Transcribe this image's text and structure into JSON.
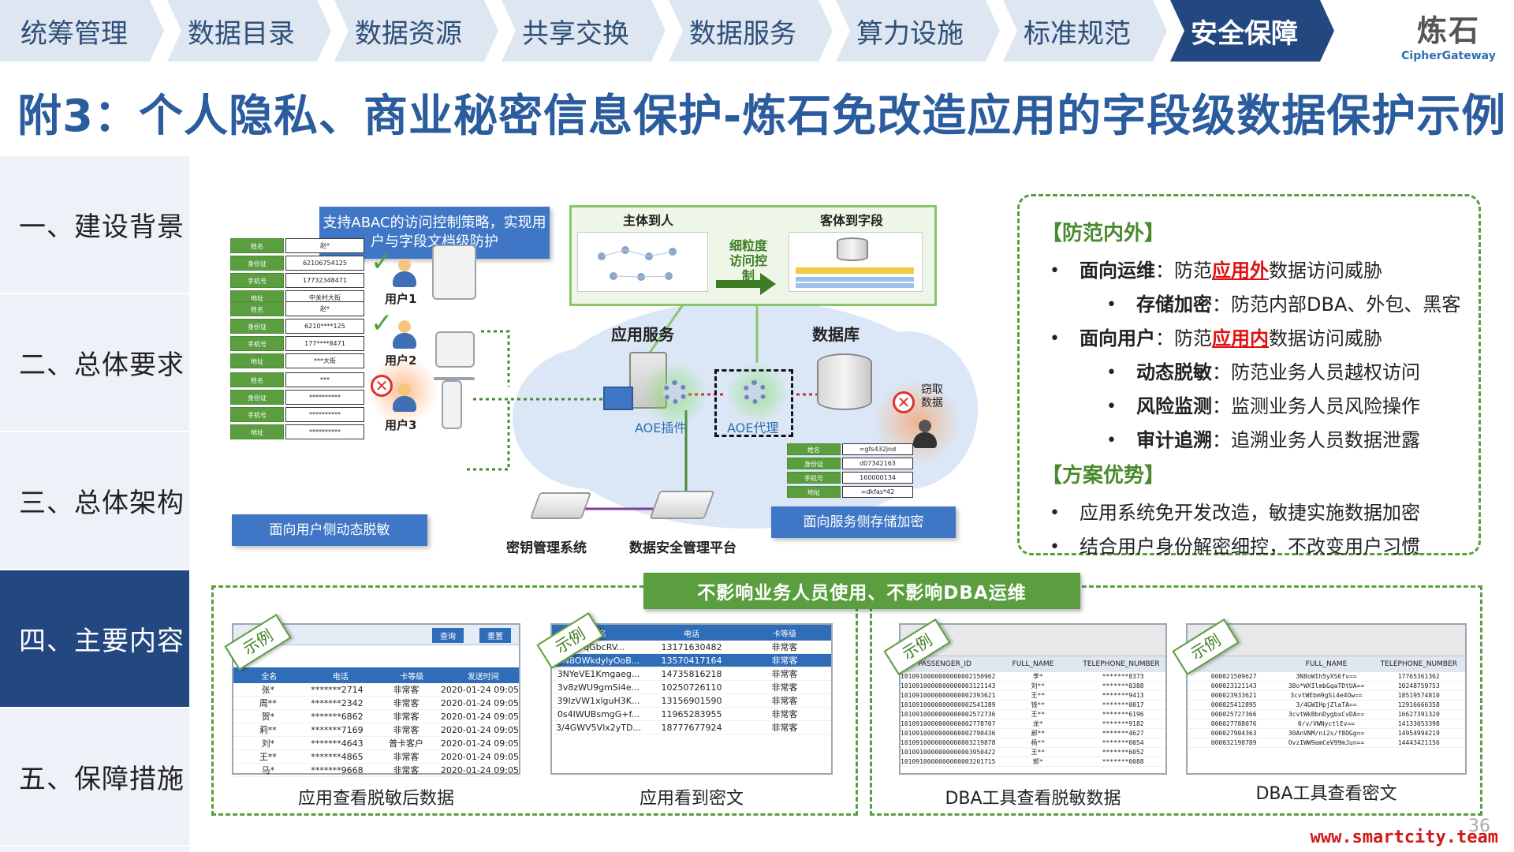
{
  "nav": {
    "tabs": [
      "统筹管理",
      "数据目录",
      "数据资源",
      "共享交换",
      "数据服务",
      "算力设施",
      "标准规范",
      "安全保障"
    ],
    "active_index": 7
  },
  "logo": {
    "cn": "炼石",
    "en": "CipherGateway"
  },
  "title": "附3：个人隐私、商业秘密信息保护-炼石免改造应用的字段级数据保护示例",
  "sidebar": {
    "items": [
      "一、建设背景",
      "二、总体要求",
      "三、总体架构",
      "四、主要内容",
      "五、保障措施"
    ],
    "active_index": 3
  },
  "diagram": {
    "callout_abac": "支持ABAC的访问控制策略，实现用户与字段文档级防护",
    "subject_to_user": "主体到人",
    "object_to_field": "客体到字段",
    "fine_grain": "细粒度访问控制",
    "app_service": "应用服务",
    "database": "数据库",
    "aoe_plugin": "AOE插件",
    "aoe_proxy": "AOE代理",
    "steal_data": "窃取数据",
    "user1": "用户1",
    "user2": "用户2",
    "user3": "用户3",
    "kms": "密钥管理系统",
    "dsmp": "数据安全管理平台",
    "user_side_mask": "面向用户侧动态脱敏",
    "service_side_encrypt": "面向服务侧存储加密"
  },
  "right_panel": {
    "section1_title": "【防范内外】",
    "ops_label": "面向运维",
    "ops_pre": "：防范",
    "ops_red": "应用外",
    "ops_post": "数据访问威胁",
    "storage_label": "存储加密",
    "storage_text": "：防范内部DBA、外包、黑客",
    "user_label": "面向用户",
    "user_pre": "：防范",
    "user_red": "应用内",
    "user_post": "数据访问威胁",
    "mask_label": "动态脱敏",
    "mask_text": "：防范业务人员越权访问",
    "risk_label": "风险监测",
    "risk_text": "：监测业务人员风险操作",
    "audit_label": "审计追溯",
    "audit_text": "：追溯业务人员数据泄露",
    "section2_title": "【方案优势】",
    "adv1": "应用系统免开发改造，敏捷实施数据加密",
    "adv2": "结合用户身份解密细控，不改变用户习惯"
  },
  "bottom": {
    "banner": "不影响业务人员使用、不影响DBA运维",
    "tag": "示例",
    "captions": [
      "应用查看脱敏后数据",
      "应用看到密文",
      "DBA工具查看脱敏数据",
      "DBA工具查看密文"
    ],
    "shot1": {
      "buttons": [
        "查询",
        "重置"
      ],
      "headers": [
        "全名",
        "电话",
        "卡等级",
        "发送时间"
      ],
      "rows": [
        [
          "张*",
          "*******2714",
          "非常客",
          "2020-01-24 09:05"
        ],
        [
          "周**",
          "*******2342",
          "非常客",
          "2020-01-24 09:05"
        ],
        [
          "贺*",
          "*******6862",
          "非常客",
          "2020-01-24 09:05"
        ],
        [
          "莉**",
          "*******7169",
          "非常客",
          "2020-01-24 09:05"
        ],
        [
          "刘*",
          "*******4643",
          "普卡客户",
          "2020-01-24 09:05"
        ],
        [
          "王**",
          "*******4865",
          "非常客",
          "2020-01-24 09:05"
        ],
        [
          "马*",
          "*******9668",
          "非常客",
          "2020-01-24 09:05"
        ]
      ]
    },
    "shot2": {
      "headers": [
        "全名",
        "电话",
        "卡等级"
      ],
      "rows": [
        [
          "VpqGbcRV...",
          "13171630482",
          "非常客"
        ],
        [
          "3N8OWkdylyOoB...",
          "13570417164",
          "非常客"
        ],
        [
          "3NYeVE1Kmgaeg...",
          "14735816218",
          "非常客"
        ],
        [
          "3v8zWU9gmSi4e...",
          "10250726110",
          "非常客"
        ],
        [
          "39IzVW1xlguH3K...",
          "13156901590",
          "非常客"
        ],
        [
          "0s4IWUBsmgG+f...",
          "11965283955",
          "非常客"
        ],
        [
          "3/4GWV5Vlx2yTD...",
          "18777677924",
          "非常客"
        ]
      ]
    },
    "shot3": {
      "headers": [
        "PASSENGER_ID",
        "FULL_NAME",
        "TELEPHONE_NUMBER"
      ],
      "rows": [
        [
          "1010910000000000002150962",
          "李*",
          "*******8373"
        ],
        [
          "1010910000000000003121143",
          "刘**",
          "*******0388"
        ],
        [
          "1010910000000000002393621",
          "王**",
          "*******9413"
        ],
        [
          "1010910000000000002541289",
          "钱**",
          "*******0017"
        ],
        [
          "1010910000000000002572736",
          "王**",
          "*******6196"
        ],
        [
          "1010910000000000002778707",
          "龙*",
          "*******9182"
        ],
        [
          "1010910000000000002790436",
          "郝**",
          "*******4627"
        ],
        [
          "1010910000000000003219878",
          "杨**",
          "*******0054"
        ],
        [
          "1010910000000000003950422",
          "王**",
          "*******6052"
        ],
        [
          "1010910000000000003201715",
          "郭*",
          "*******0088"
        ]
      ]
    },
    "shot4": {
      "headers": [
        "FULL_NAME",
        "TELEPHONE_NUMBER"
      ],
      "rows": [
        [
          "000021509627",
          "3N8oWIh5yXS6fv==",
          "17765361362"
        ],
        [
          "000023121143",
          "38o*WXIlmbGqaTDtUA==",
          "10248759753"
        ],
        [
          "000023933621",
          "3cvtWEbm9gSi4e4Ow==",
          "18519574810"
        ],
        [
          "000025412895",
          "3/4GWIHpjZlaTA==",
          "12916666358"
        ],
        [
          "000025727366",
          "3cvtWkBbnDygbxCvDA==",
          "16627391320"
        ],
        [
          "000027788076",
          "0/v/VWNyctlEv==",
          "14133053398"
        ],
        [
          "000027904363",
          "30AnVNM/ni2s/f8OGg==",
          "14954994219"
        ],
        [
          "000032198789",
          "OvzIWW9amCeV99mJun==",
          "14443421156"
        ]
      ]
    }
  },
  "footer": "www.smartcity.team",
  "page_number": "36",
  "colors": {
    "nav_active": "#23477f",
    "title": "#2a5c9e",
    "green": "#5a9e3f",
    "red": "#e01010"
  }
}
